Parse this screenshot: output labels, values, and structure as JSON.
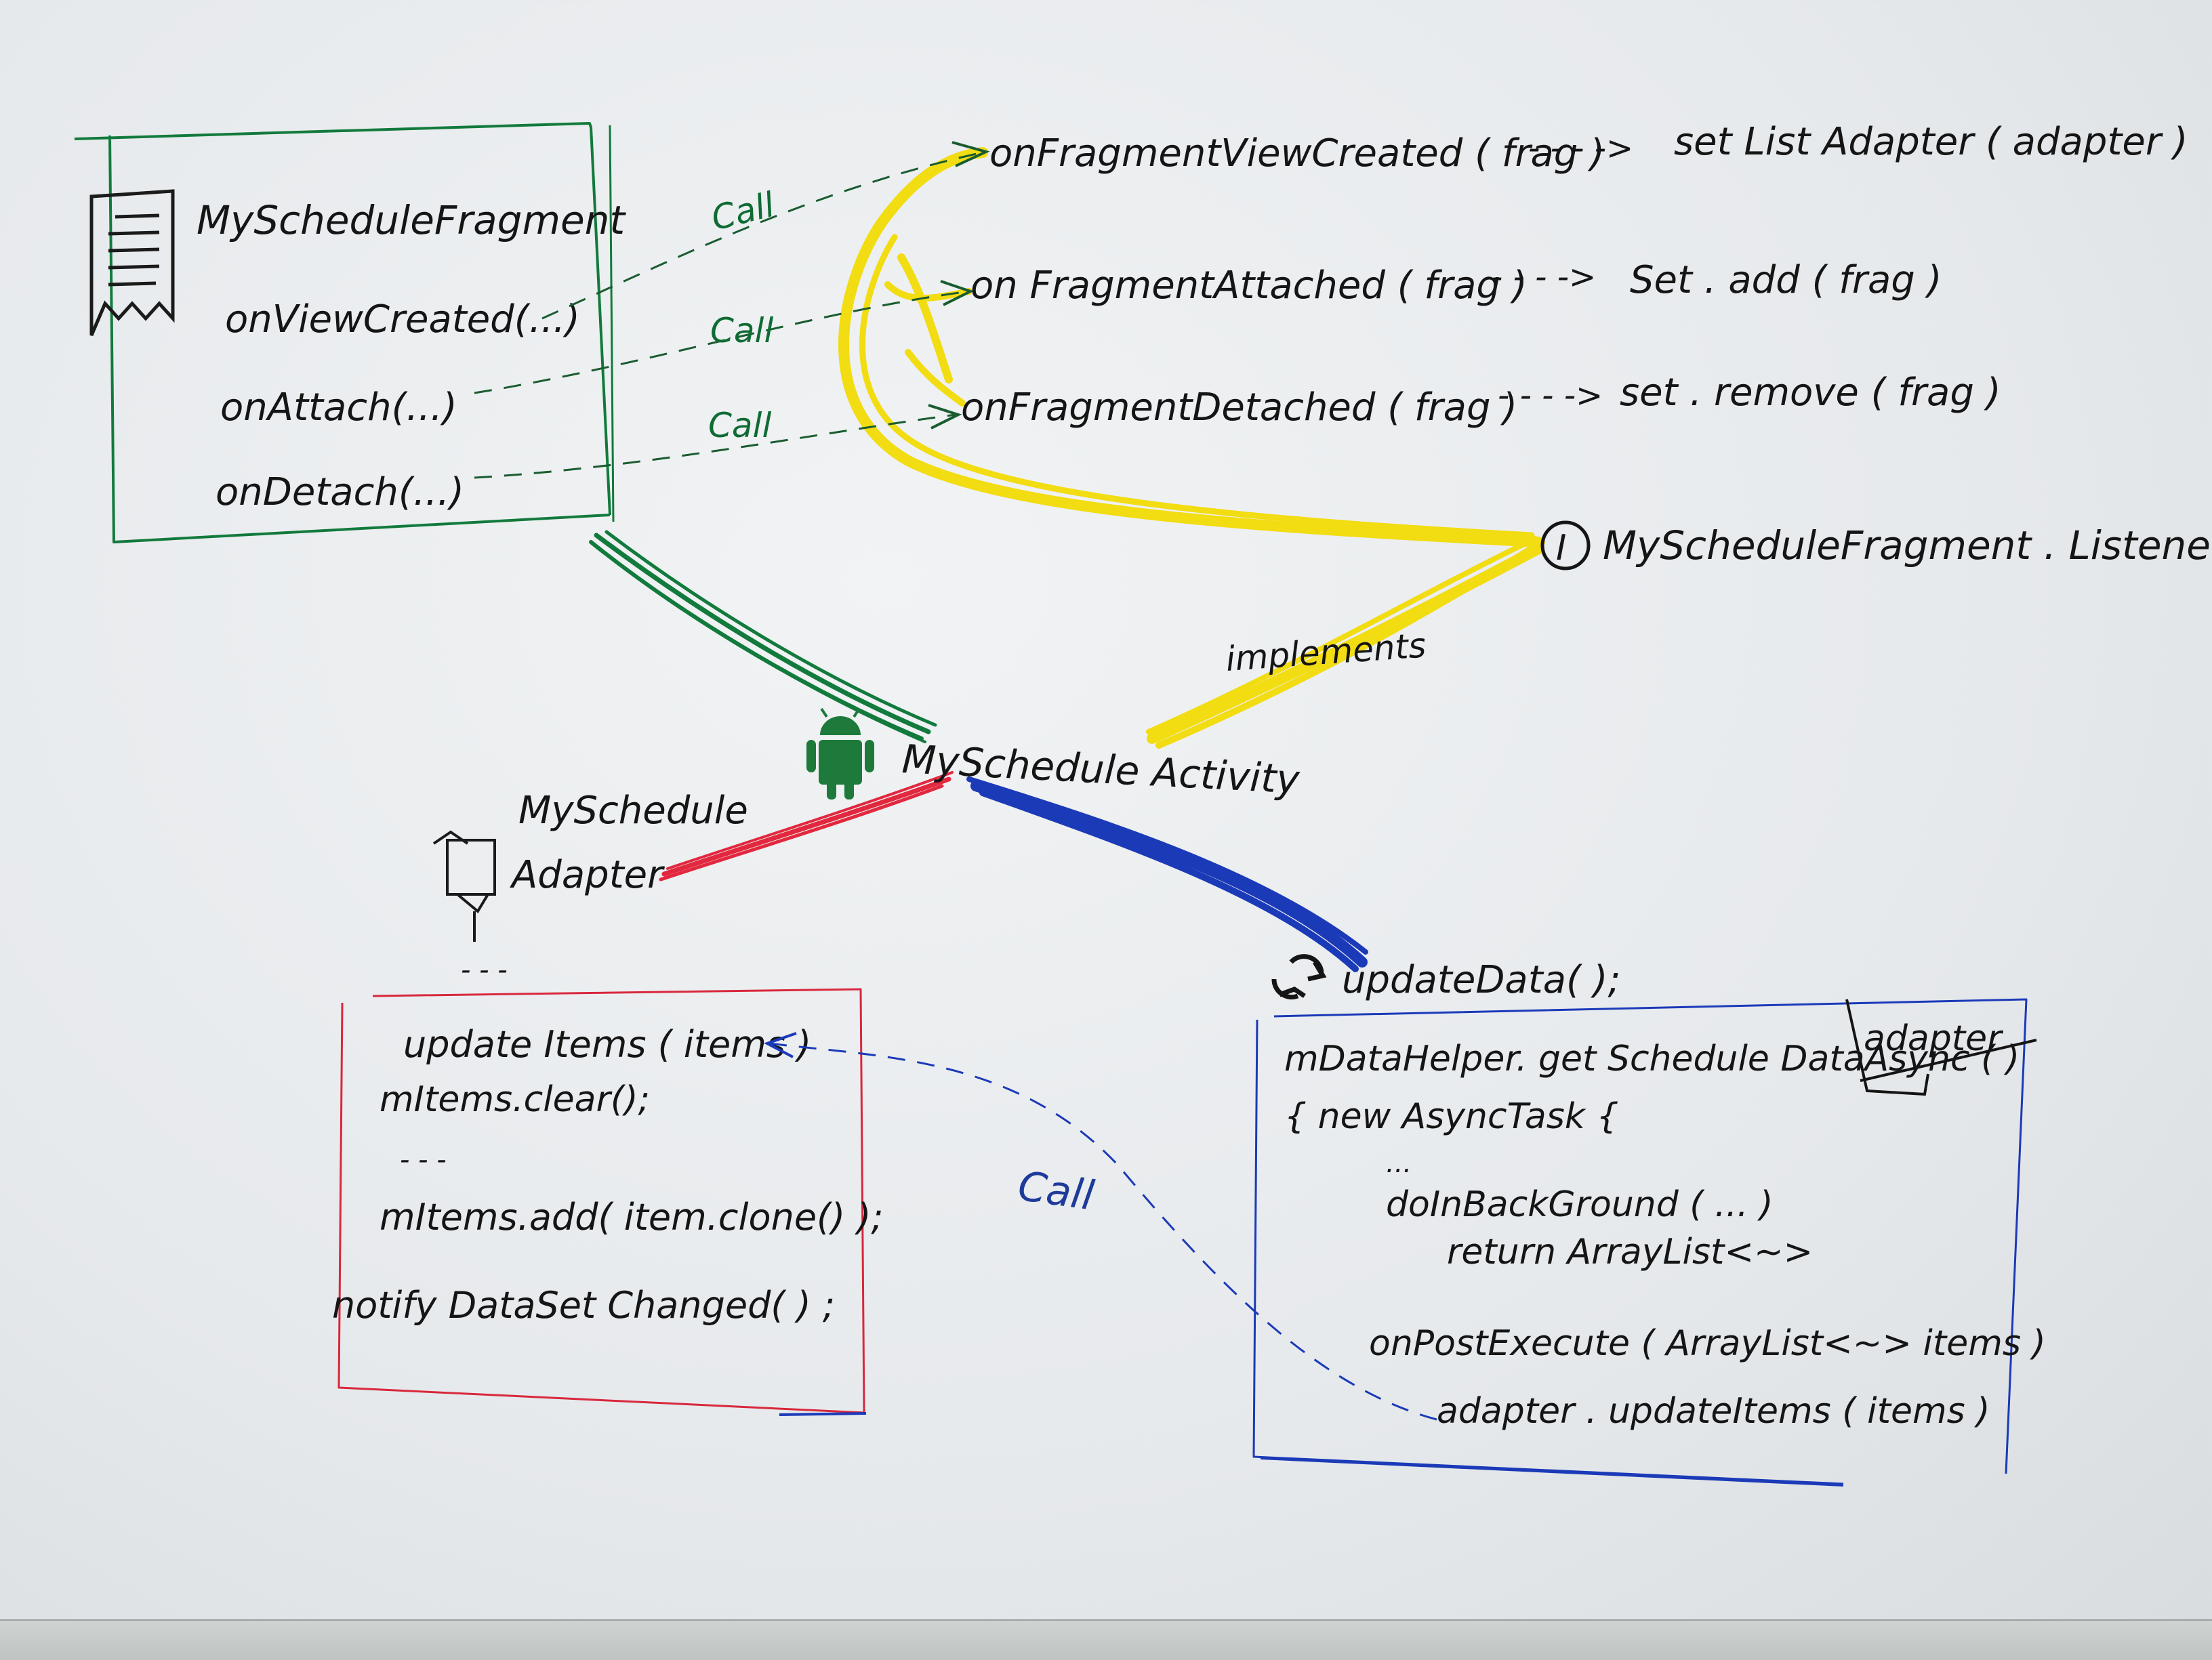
{
  "colors": {
    "green": "#127a3c",
    "yellow": "#f2dc12",
    "red": "#e2283e",
    "blue": "#1b3ab8",
    "ink": "#151515",
    "paper": "#eceff1"
  },
  "icons": {
    "fragment": "document-icon",
    "activity": "android-icon",
    "adapter": "plug-icon",
    "interface": "interface-i-icon",
    "update": "refresh-icon"
  },
  "fragment_box": {
    "title": "MyScheduleFragment",
    "methods": [
      "onViewCreated(...)",
      "onAttach(...)",
      "onDetach(...)"
    ]
  },
  "listener": {
    "icon_letter": "I",
    "name": "MyScheduleFragment . Listener",
    "callbacks": [
      {
        "method": "onFragmentViewCreated ( frag )",
        "arrow": "- - - ->",
        "action": "set List Adapter ( adapter )"
      },
      {
        "method": "on FragmentAttached ( frag )",
        "arrow": "- - - ->",
        "action": "Set . add ( frag )"
      },
      {
        "method": "onFragmentDetached ( frag )",
        "arrow": "- - - ->",
        "action": "set . remove ( frag )"
      }
    ]
  },
  "edges": {
    "call_1": "Call",
    "call_2": "Call",
    "call_3": "Call",
    "implements": "implements",
    "call_4": "Call"
  },
  "activity": {
    "name": "MySchedule Activity"
  },
  "adapter": {
    "name_line1": "MySchedule",
    "name_line2": "Adapter",
    "dots": "- - -",
    "code": [
      "update Items ( items )",
      "mItems.clear();",
      "- - -",
      "mItems.add( item.clone() );",
      "notify DataSet Changed( ) ;"
    ]
  },
  "update": {
    "name": "updateData( );",
    "code": [
      "mDataHelper. get Schedule DataAsync (   )",
      "{ new     AsyncTask {",
      "...",
      "doInBackGround ( ... )",
      "return   ArrayList<~>",
      "onPostExecute ( ArrayList<~>   items )",
      "adapter . updateItems ( items )"
    ],
    "struck_param": "adapter"
  }
}
